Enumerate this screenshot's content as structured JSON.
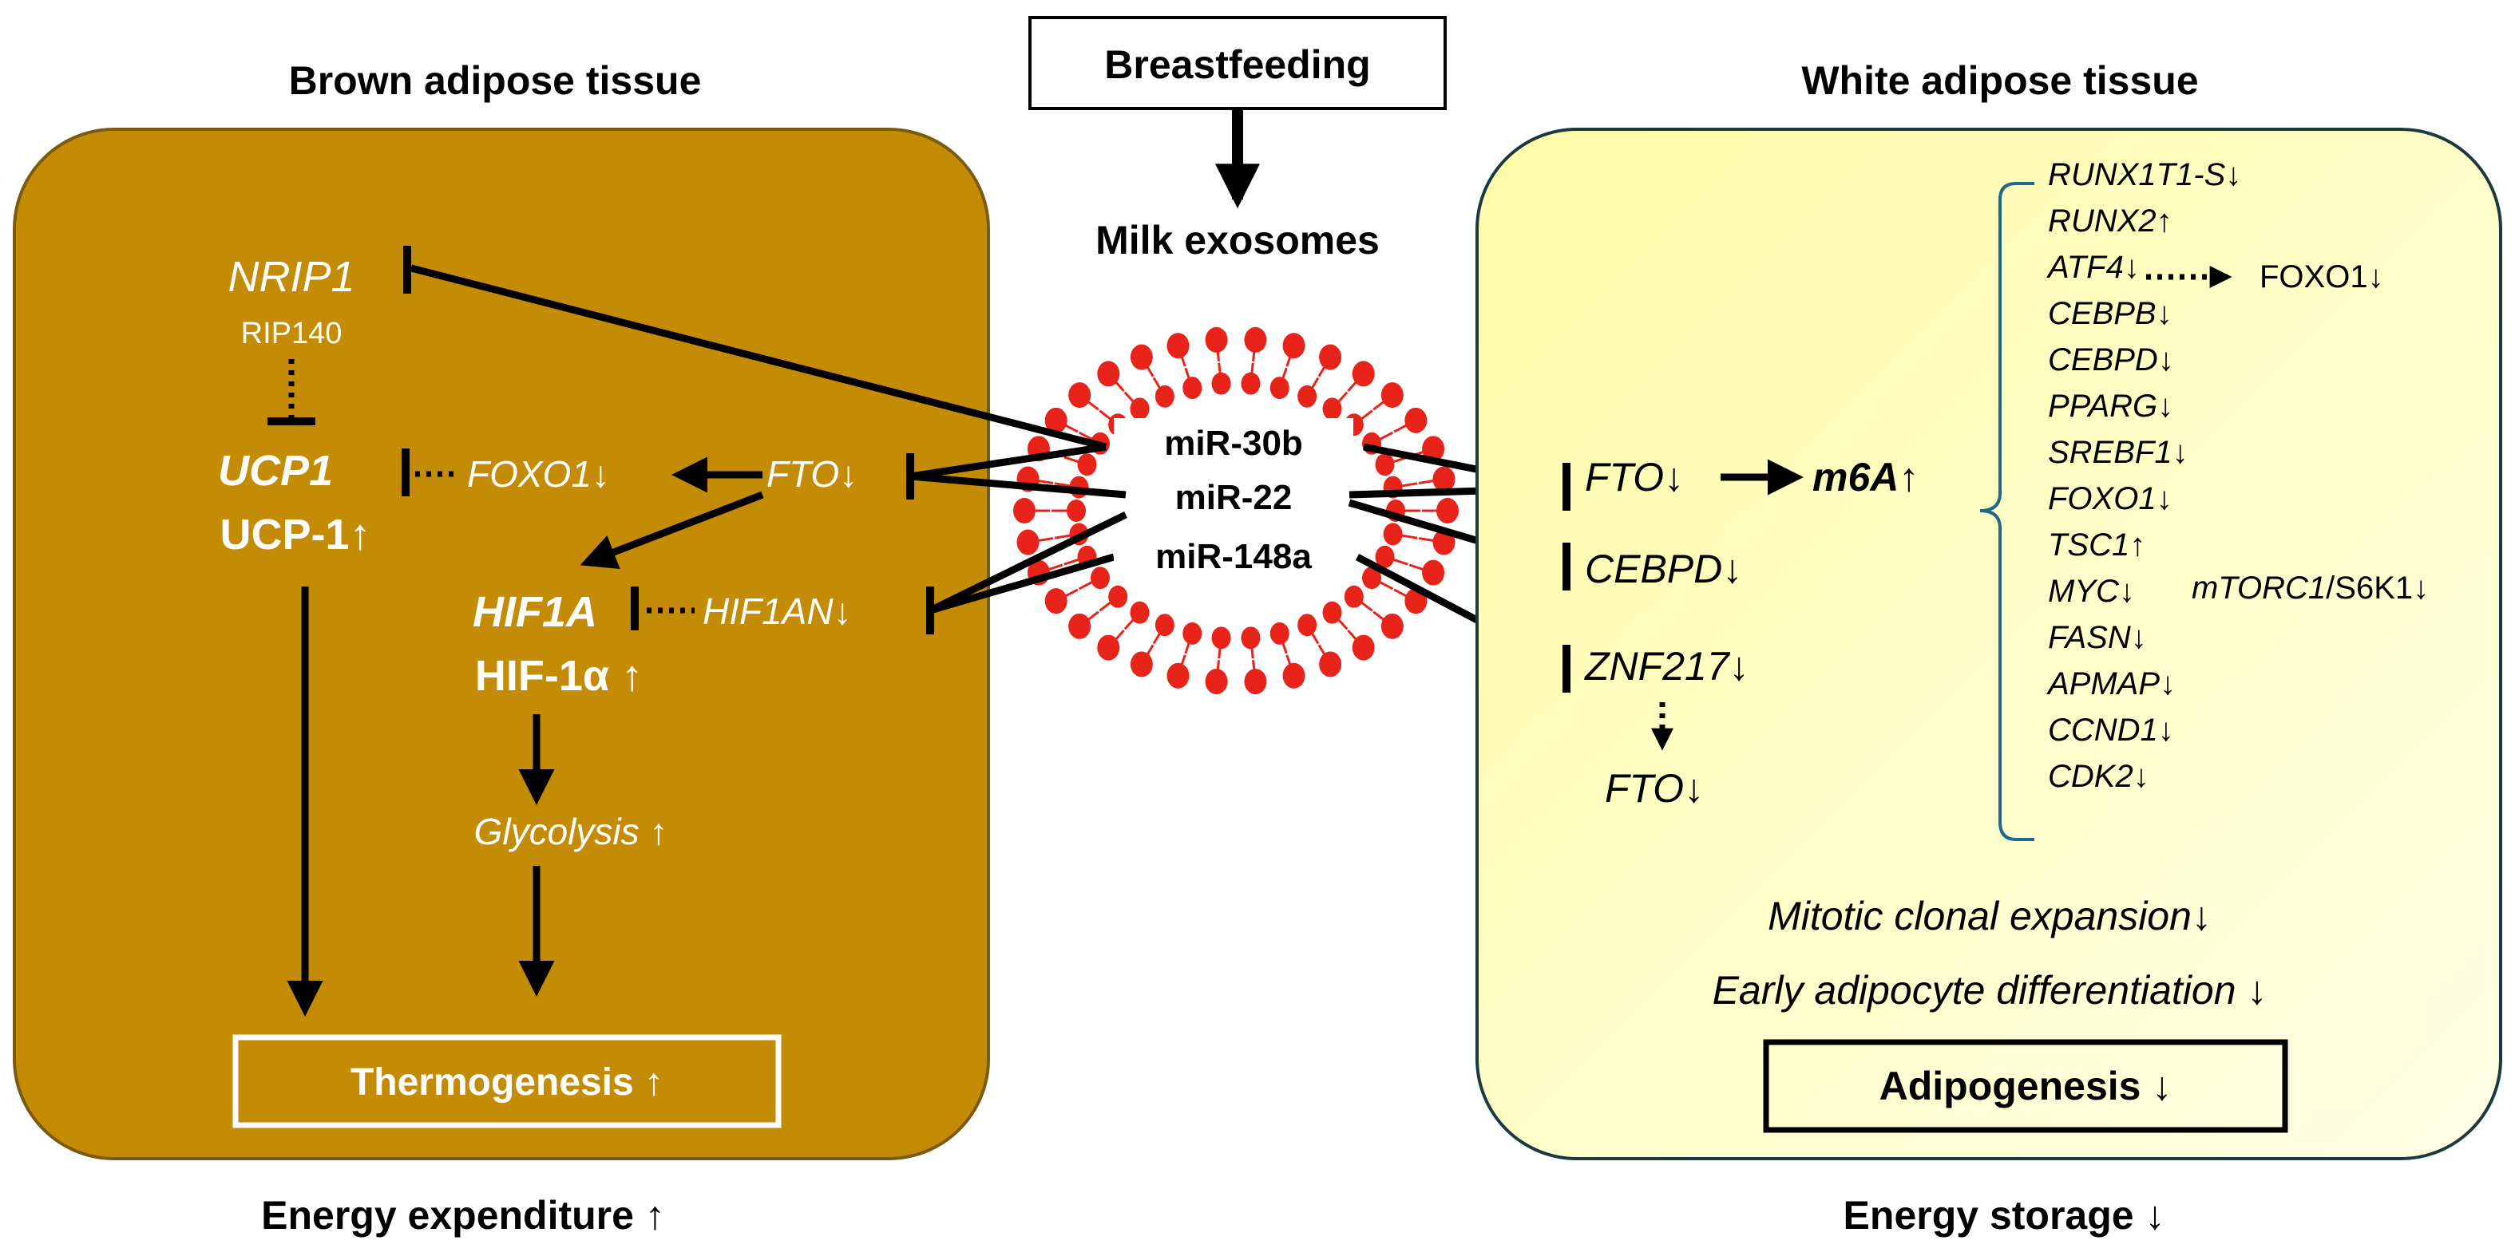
{
  "colors": {
    "brown_box": "#C48B05",
    "brown_box_border": "#7A5A10",
    "white_box_fill": "#FFFBA8",
    "white_box_fill_light": "#FFFFE6",
    "exosome_red": "#E8231A",
    "bracket": "#1F6A8A"
  },
  "headings": {
    "brown": "Brown adipose tissue",
    "white": "White adipose tissue",
    "breastfeeding": "Breastfeeding",
    "milk_exosomes": "Milk exosomes",
    "energy_expenditure": "Energy expenditure ↑",
    "energy_storage": "Energy storage ↓"
  },
  "mirnas": [
    "miR-30b",
    "miR-22",
    "miR-148a"
  ],
  "brown": {
    "nrip1": "NRIP1",
    "rip140": "RIP140",
    "ucp1": "UCP1",
    "ucp1_protein": "UCP-1↑",
    "foxo1": "FOXO1↓",
    "fto": "FTO↓",
    "hif1a": "HIF1A",
    "hif1an": "HIF1AN↓",
    "hif1a_protein": "HIF-1α ↑",
    "glycolysis": "Glycolysis ↑",
    "thermogenesis": "Thermogenesis ↑"
  },
  "white": {
    "fto": "FTO↓",
    "m6a": "m6A↑",
    "cebpd": "CEBPD↓",
    "znf217": "ZNF217↓",
    "fto2": "FTO↓",
    "genes": [
      "RUNX1T1-S↓",
      "RUNX2↑",
      "ATF4↓",
      "CEBPB↓",
      "CEBPD↓",
      "PPARG↓",
      "SREBF1↓",
      "FOXO1↓",
      "TSC1↑",
      "MYC↓",
      "FASN↓",
      "APMAP↓",
      "CCND1↓",
      "CDK2↓"
    ],
    "foxo1_side": "FOXO1↓",
    "mtorc1": "mTORC1",
    "s6k1": "/S6K1↓",
    "mitotic": "Mitotic clonal expansion↓",
    "early_diff": "Early adipocyte differentiation ↓",
    "adipogenesis": "Adipogenesis ↓"
  }
}
